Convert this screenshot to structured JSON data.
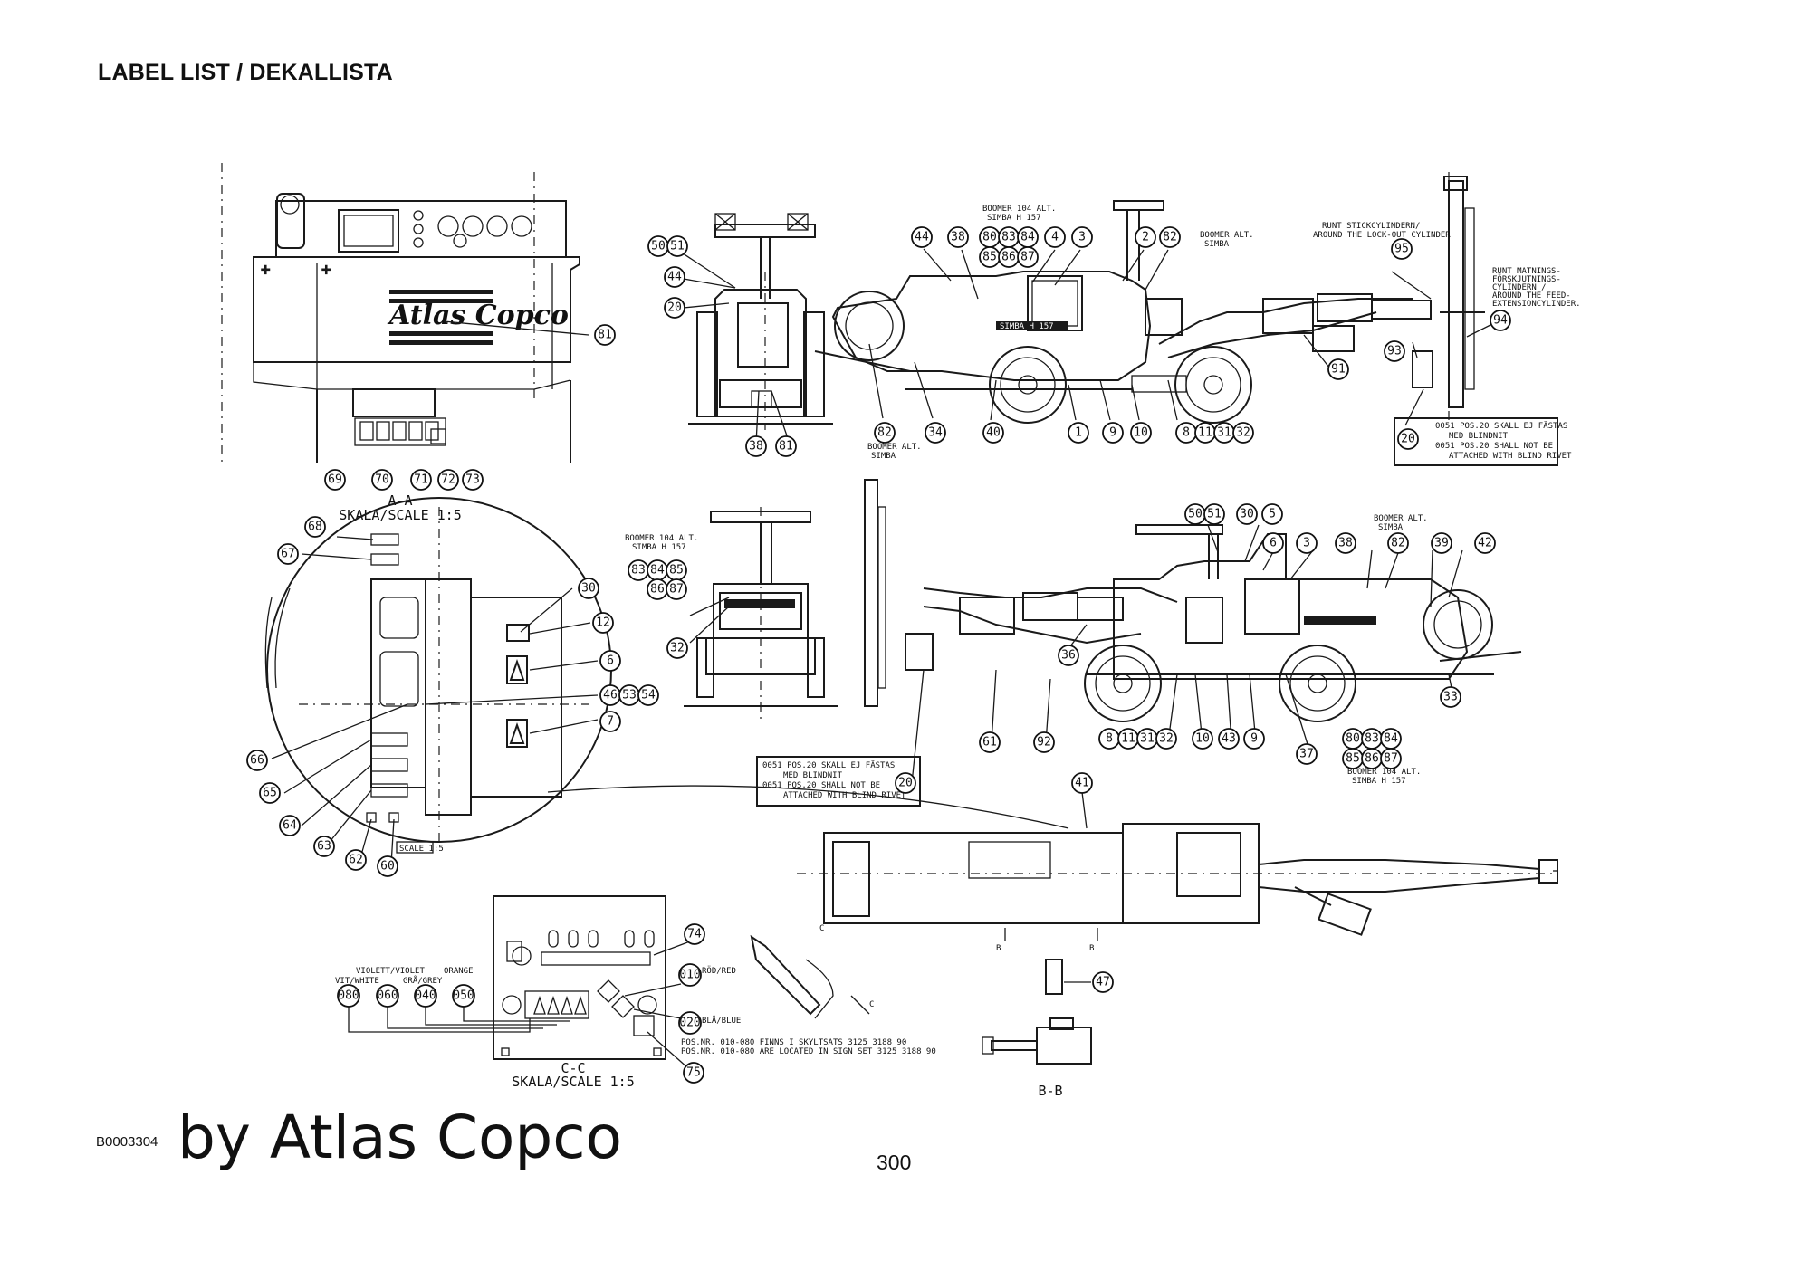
{
  "header": {
    "title": "LABEL LIST / DEKALLISTA"
  },
  "footer": {
    "doc_code": "B0003304",
    "byline": "by Atlas Copco",
    "page_number": "300"
  },
  "drawing": {
    "brand_mark": "Atlas Copco",
    "sections": {
      "aa": "A-A",
      "aa_scale": "SKALA/SCALE 1:5",
      "cc": "C-C",
      "cc_scale": "SKALA/SCALE 1:5",
      "bb": "B-B",
      "scale_box": "SCALE 1:5"
    },
    "notes": {
      "boomer_top_1": "BOOMER 104 ALT.",
      "boomer_top_2": "SIMBA H 157",
      "boomer_mid_1": "BOOMER 104 ALT.",
      "boomer_mid_2": "SIMBA H 157",
      "boomer_right_1": "BOOMER ALT.",
      "boomer_right_2": "SIMBA",
      "boomer_right2_1": "BOOMER ALT.",
      "boomer_right2_2": "SIMBA",
      "boomer_bottom_1": "BOOMER ALT.",
      "boomer_bottom_2": "SIMBA",
      "boomer_lower_1": "BOOMER 104 ALT.",
      "boomer_lower_2": "SIMBA H 157",
      "lockout_1": "RUNT STICKCYLINDERN/",
      "lockout_2": "AROUND THE LOCK-OUT CYLINDER",
      "ext_1": "RUNT MATNINGS-",
      "ext_2": "FÖRSKJUTNINGS-",
      "ext_3": "CYLINDERN /",
      "ext_4": "AROUND THE FEED-",
      "ext_5": "EXTENSIONCYLINDER.",
      "rivet_1_a": "0051 POS.20 SKALL EJ FÄSTAS",
      "rivet_1_b": "MED BLINDNIT",
      "rivet_1_c": "0051 POS.20 SHALL NOT BE",
      "rivet_1_d": "ATTACHED WITH BLIND RIVET",
      "rivet_2_a": "0051 POS.20 SKALL EJ FÄSTAS",
      "rivet_2_b": "MED BLINDNIT",
      "rivet_2_c": "0051 POS.20 SHALL NOT BE",
      "rivet_2_d": "ATTACHED WITH BLIND RIVET",
      "wire_violet": "VIOLETT/VIOLET",
      "wire_white": "VIT/WHITE",
      "wire_grey": "GRÅ/GREY",
      "wire_orange": "ORANGE",
      "wire_red": "RÖD/RED",
      "wire_blue": "BLÅ/BLUE",
      "pos_1": "POS.NR. 010-080 FINNS I SKYLTSATS 3125 3188 90",
      "pos_2": "POS.NR. 010-080 ARE LOCATED IN SIGN SET 3125 3188 90",
      "plate": "SIMBA H 157"
    },
    "callouts": {
      "c81a": "81",
      "c69": "69",
      "c70": "70",
      "c71": "71",
      "c72": "72",
      "c73": "73",
      "c50a": "50",
      "c51a": "51",
      "c44a": "44",
      "c20a": "20",
      "c38a": "38",
      "c81b": "81",
      "c44b": "44",
      "c38b": "38",
      "c80a": "80",
      "c83a": "83",
      "c84a": "84",
      "c85a": "85",
      "c86a": "86",
      "c87a": "87",
      "c4": "4",
      "c3a": "3",
      "c2": "2",
      "c82a": "82",
      "c95": "95",
      "c94": "94",
      "c93": "93",
      "c91": "91",
      "c82b": "82",
      "c34": "34",
      "c40": "40",
      "c1": "1",
      "c9a": "9",
      "c10a": "10",
      "c8a": "8",
      "c11a": "11",
      "c31a": "31",
      "c32a": "32",
      "c20b": "20",
      "c68": "68",
      "c67": "67",
      "c30a": "30",
      "c12": "12",
      "c6a": "6",
      "c46": "46",
      "c53": "53",
      "c54": "54",
      "c7": "7",
      "c66": "66",
      "c65": "65",
      "c64": "64",
      "c63": "63",
      "c62": "62",
      "c60": "60",
      "c83b": "83",
      "c84b": "84",
      "c85b": "85",
      "c86b": "86",
      "c87b": "87",
      "c32b": "32",
      "c50b": "50",
      "c51b": "51",
      "c30b": "30",
      "c5": "5",
      "c6b": "6",
      "c3b": "3",
      "c38c": "38",
      "c82c": "82",
      "c39": "39",
      "c42": "42",
      "c36": "36",
      "c33": "33",
      "c61": "61",
      "c92": "92",
      "c20c": "20",
      "c8b": "8",
      "c11b": "11",
      "c31b": "31",
      "c32c": "32",
      "c10b": "10",
      "c43": "43",
      "c9b": "9",
      "c37": "37",
      "c80b": "80",
      "c83c": "83",
      "c84c": "84",
      "c85c": "85",
      "c86c": "86",
      "c87c": "87",
      "c41": "41",
      "c74": "74",
      "c010": "010",
      "c020": "020",
      "c75": "75",
      "c080": "080",
      "c060": "060",
      "c040": "040",
      "c050": "050",
      "c47": "47"
    }
  }
}
